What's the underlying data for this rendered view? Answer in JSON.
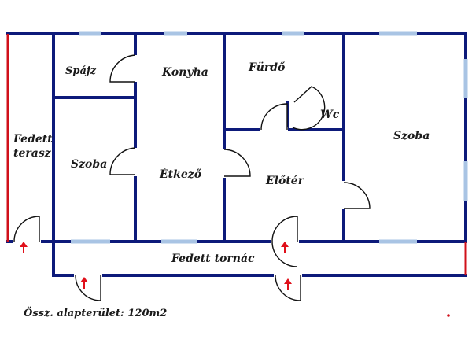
{
  "rooms": {
    "spajz": "Spájz",
    "konyha": "Konyha",
    "furdo": "Fürdő",
    "wc": "Wc",
    "fedett_terasz_line1": "Fedett",
    "fedett_terasz_line2": "terasz",
    "szoba_left": "Szoba",
    "etkezo": "Étkező",
    "eloter": "Előtér",
    "szoba_right": "Szoba",
    "fedett_tornac": "Fedett tornác"
  },
  "total_area": "Össz. alapterület: 120m2",
  "colors": {
    "wall": "#0d1a7a",
    "window": "#a9c4e4",
    "terrace_edge": "#d0101a",
    "entry_arrow": "#e0101a",
    "door": "#111111"
  },
  "icons": {
    "entry_arrow": "up-arrow-icon",
    "door": "door-swing-icon"
  }
}
